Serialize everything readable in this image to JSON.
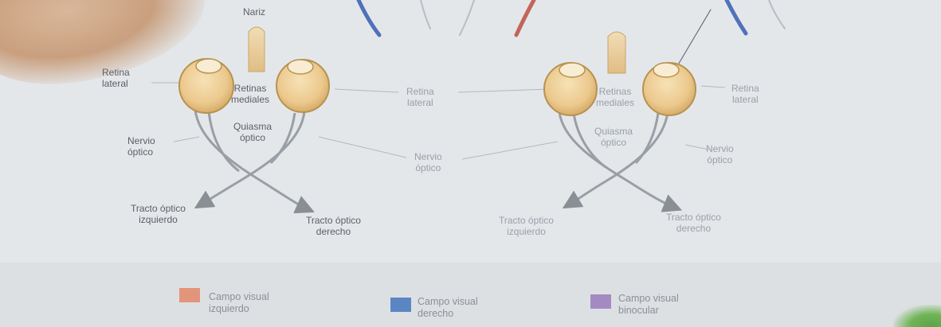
{
  "left_diagram": {
    "nose": "Nariz",
    "lateral_retina": "Retina\nlateral",
    "medial_retinas": "Retinas\nmediales",
    "optic_nerve": "Nervio\nóptico",
    "optic_chiasm": "Quiasma\nóptico",
    "left_optic_tract": "Tracto óptico\nizquierdo",
    "right_optic_tract": "Tracto óptico\nderecho"
  },
  "center_labels": {
    "lateral_retina": "Retina\nlateral",
    "optic_nerve": "Nervio\nóptico"
  },
  "right_diagram": {
    "medial_retinas": "Retinas\nmediales",
    "lateral_retina": "Retina\nlateral",
    "optic_chiasm": "Quiasma\nóptico",
    "optic_nerve": "Nervio\nóptico",
    "left_optic_tract": "Tracto óptico\nizquierdo",
    "right_optic_tract": "Tracto óptico\nderecho"
  },
  "legend": [
    {
      "label": "Campo visual\nizquierdo",
      "color": "#e2957a"
    },
    {
      "label": "Campo visual\nderecho",
      "color": "#5b86c4"
    },
    {
      "label": "Campo visual\nbinocular",
      "color": "#a48ac2"
    }
  ],
  "colors": {
    "eye_fill": "#ecc98e",
    "eye_stroke": "#b7924f",
    "nerve": "#9a9ea5",
    "ray_blue": "#4f72b8",
    "ray_red": "#c2655a"
  }
}
